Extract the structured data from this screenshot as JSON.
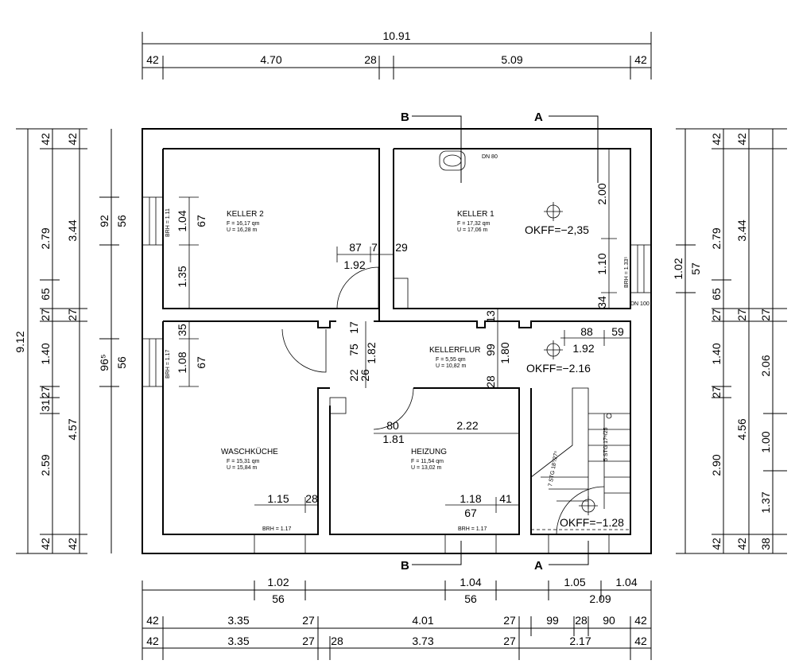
{
  "plan": {
    "total_width": "10.91",
    "top_segments": [
      "42",
      "4.70",
      "28",
      "5.09",
      "42"
    ],
    "bottom_row1": [
      "1.02",
      "1.04",
      "1.05",
      "1.04"
    ],
    "bottom_row1b": [
      "56",
      "56",
      "2.09"
    ],
    "bottom_row2": [
      "42",
      "3.35",
      "27",
      "4.01",
      "27",
      "99",
      "28",
      "90",
      "42"
    ],
    "bottom_row3": [
      "42",
      "3.35",
      "27",
      "28",
      "3.73",
      "27",
      "2.17",
      "42"
    ],
    "left_total": "9.12",
    "left_col1": [
      "42",
      "2.79",
      "65",
      "27",
      "1.40",
      "27",
      "31",
      "2.59",
      "42"
    ],
    "left_col2": [
      "42",
      "3.44",
      "27",
      "4.57",
      "42"
    ],
    "left_col3": [
      "92",
      "56",
      "96⁵",
      "56"
    ],
    "right_col3": [
      "42",
      "2.79",
      "65",
      "27",
      "1.40",
      "27",
      "2.90",
      "42"
    ],
    "right_col2": [
      "42",
      "3.44",
      "27",
      "4.56",
      "42"
    ],
    "right_col1": [
      "27",
      "2.06",
      "1.00",
      "1.37",
      "38"
    ],
    "right_window": [
      "1.02",
      "57"
    ],
    "section_b": "B",
    "section_a": "A",
    "rooms": [
      {
        "name": "KELLER 2",
        "area": "F = 16,17 qm",
        "perimeter": "U = 16,28 m"
      },
      {
        "name": "KELLER 1",
        "area": "F = 17,32 qm",
        "perimeter": "U = 17,06 m"
      },
      {
        "name": "KELLERFLUR",
        "area": "F = 5,55 qm",
        "perimeter": "U = 10,82 m"
      },
      {
        "name": "WASCHKÜCHE",
        "area": "F = 15,31 qm",
        "perimeter": "U = 15,84 m"
      },
      {
        "name": "HEIZUNG",
        "area": "F = 11,54 qm",
        "perimeter": "U = 13,02 m"
      }
    ],
    "levels": [
      "OKFF=−2,35",
      "OKFF=−2.16",
      "OKFF=−1.28"
    ],
    "brh": [
      "BRH = 1.11",
      "BRH = 1.17",
      "BRH = 1.17",
      "BRH = 1.17",
      "BRH = 1.33⁵"
    ],
    "dn": [
      "DN 80",
      "DN 100"
    ],
    "stairs": [
      "7 STG 18⁷/27⁵",
      "5 STG 17⁶/25"
    ],
    "inner_dims": {
      "k2": [
        "1.04",
        "67",
        "1.35"
      ],
      "k1": [
        "2.00",
        "1.10"
      ],
      "door": [
        "87",
        "7",
        "1.92",
        "29"
      ],
      "wk": [
        "35",
        "1.08",
        "67"
      ],
      "flur": [
        "75",
        "17",
        "1.82",
        "13",
        "99",
        "1.80",
        "28",
        "22",
        "26"
      ],
      "stair": [
        "88",
        "59",
        "1.92",
        "34"
      ],
      "hz": [
        "80",
        "1.81",
        "2.22"
      ],
      "win": [
        "1.15",
        "28",
        "1.18",
        "41",
        "67"
      ]
    }
  }
}
